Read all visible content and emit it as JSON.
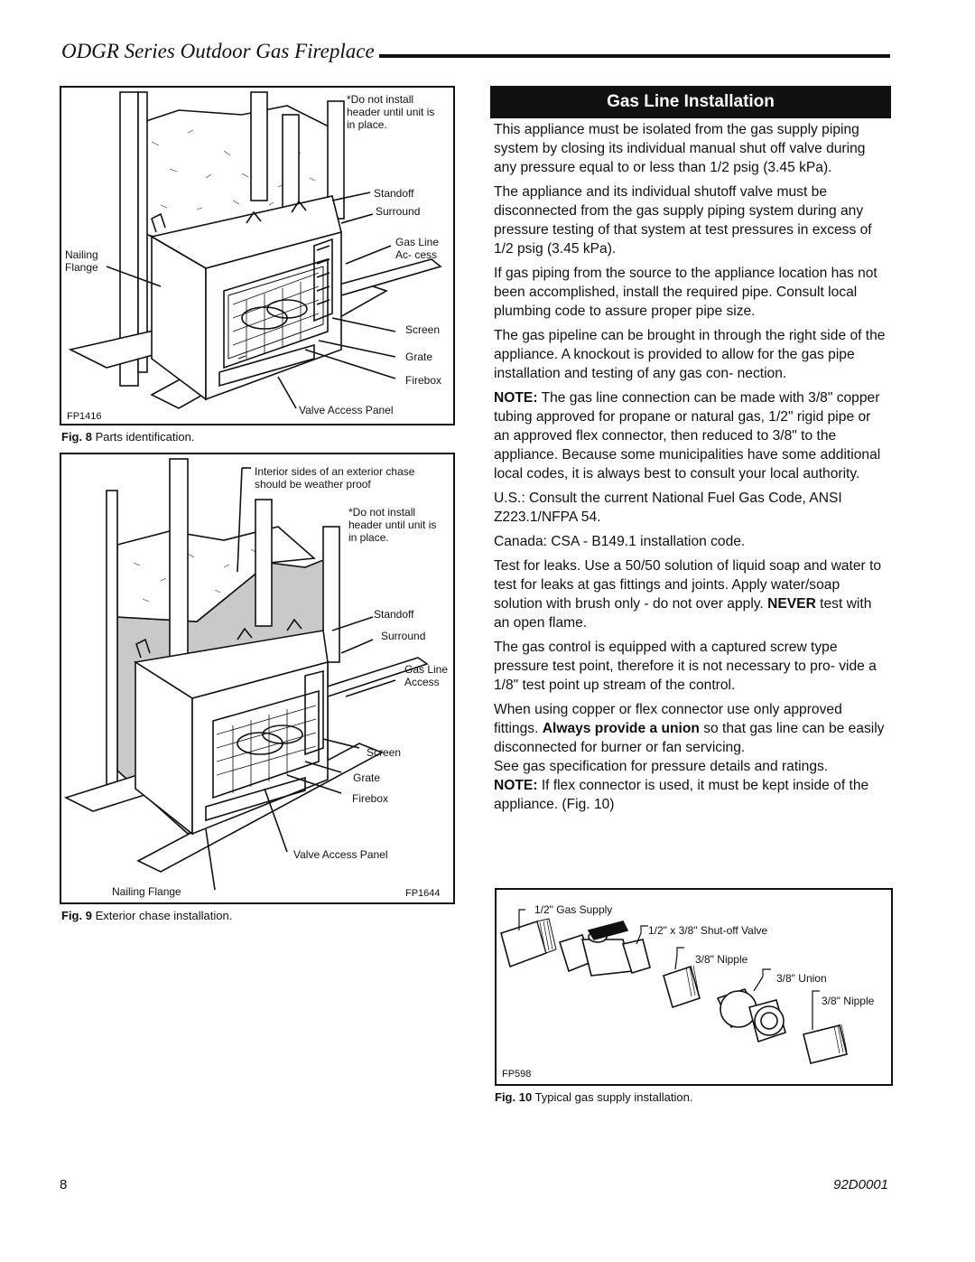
{
  "header": {
    "title": "ODGR Series Outdoor Gas Fireplace"
  },
  "fig8": {
    "labels": {
      "do_not_install": "*Do not install header until unit is in place.",
      "standoff": "Standoff",
      "surround": "Surround",
      "gas_line_access": "Gas Line Ac- cess",
      "nailing_flange": "Nailing Flange",
      "screen": "Screen",
      "grate": "Grate",
      "firebox": "Firebox",
      "valve_access_panel": "Valve Access Panel",
      "code": "FP1416"
    },
    "caption_num": "Fig. 8",
    "caption_text": "Parts identification."
  },
  "fig9": {
    "labels": {
      "interior_sides": "Interior sides of an exterior chase should be weather proof",
      "do_not_install": "*Do not install header until unit is in place.",
      "standoff": "Standoff",
      "surround": "Surround",
      "gas_line_access": "Gas Line Access",
      "screen": "Screen",
      "grate": "Grate",
      "firebox": "Firebox",
      "valve_access_panel": "Valve Access Panel",
      "nailing_flange": "Nailing Flange",
      "code": "FP1644"
    },
    "caption_num": "Fig. 9",
    "caption_text": "Exterior chase installation."
  },
  "section": {
    "heading": "Gas Line Installation",
    "p1": "This appliance must be isolated from the gas supply piping system by closing its individual manual shut off valve during any pressure equal to or less than 1/2 psig (3.45 kPa).",
    "p2": "The appliance and its individual shutoff valve must be disconnected from the gas supply piping system during any pressure testing of that system at test pressures in excess of 1/2 psig (3.45 kPa).",
    "p3": "If gas piping from the source to the appliance location has not been accomplished, install the required pipe. Consult local plumbing code to assure proper pipe size.",
    "p4": "The gas pipeline can be brought in through the right side of the appliance. A knockout is provided to allow for the gas pipe installation and testing of any gas con- nection.",
    "p5_bold": "NOTE:",
    "p5": " The gas line connection can be made with 3/8\" copper tubing approved for propane or natural gas, 1/2\" rigid pipe or an approved flex connector, then reduced to 3/8\" to the appliance. Because some municipalities have some additional local codes, it is always best to consult your local authority.",
    "p6": "U.S.: Consult the current National Fuel Gas Code, ANSI Z223.1/NFPA 54.",
    "p7": "Canada: CSA - B149.1 installation code.",
    "p8": "Test for leaks. Use a 50/50 solution of liquid soap and water to test for leaks at gas fittings and joints. Apply water/soap solution with brush only - do not over apply.",
    "p8_bold": "NEVER",
    "p8_end": " test with an open flame.",
    "p9": "The gas control is equipped with a captured screw type pressure test point, therefore it is not necessary to pro- vide a 1/8\" test point up stream of the control.",
    "p10_a": "When using copper or flex connector use only approved fittings. ",
    "p10_bold": "Always provide a union",
    "p10_b": " so that gas line can be easily disconnected for burner or fan servicing.",
    "p11": "See gas specification for pressure details and ratings.",
    "p12_bold": "NOTE:",
    "p12": " If flex connector is used, it must be kept inside of the appliance. (Fig. 10)"
  },
  "fig10": {
    "labels": {
      "gas_supply": "1/2\" Gas Supply",
      "shutoff_valve": "1/2\" x 3/8\" Shut-off Valve",
      "nipple1": "3/8\" Nipple",
      "union": "3/8\" Union",
      "nipple2": "3/8\" Nipple",
      "code": "FP598"
    },
    "caption_num": "Fig. 10",
    "caption_text": "Typical gas supply installation."
  },
  "footer": {
    "page": "8",
    "doc": "92D0001"
  }
}
